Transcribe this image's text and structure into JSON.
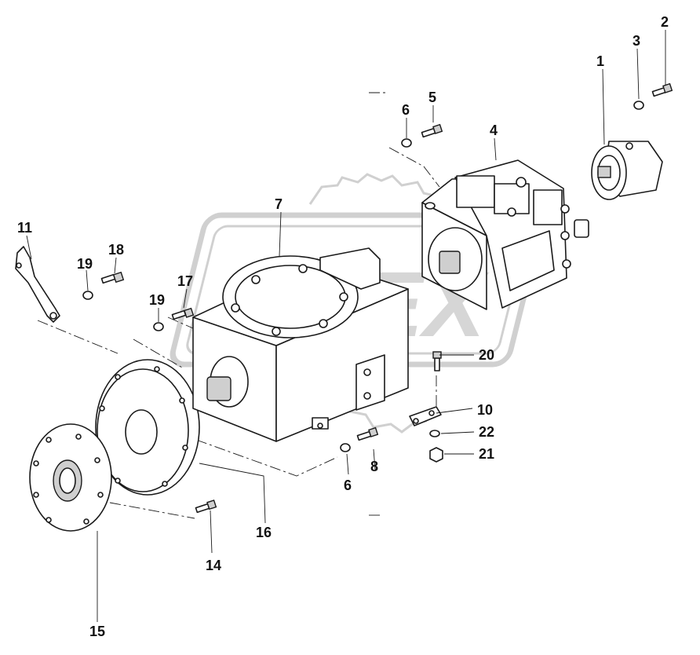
{
  "diagram": {
    "watermark": "OPEX",
    "callouts": [
      {
        "id": "c1",
        "label": "1"
      },
      {
        "id": "c2",
        "label": "2"
      },
      {
        "id": "c3",
        "label": "3"
      },
      {
        "id": "c4",
        "label": "4"
      },
      {
        "id": "c5",
        "label": "5"
      },
      {
        "id": "c6a",
        "label": "6"
      },
      {
        "id": "c6b",
        "label": "6"
      },
      {
        "id": "c7",
        "label": "7"
      },
      {
        "id": "c8",
        "label": "8"
      },
      {
        "id": "c10",
        "label": "10"
      },
      {
        "id": "c11",
        "label": "11"
      },
      {
        "id": "c14",
        "label": "14"
      },
      {
        "id": "c15",
        "label": "15"
      },
      {
        "id": "c16",
        "label": "16"
      },
      {
        "id": "c17",
        "label": "17"
      },
      {
        "id": "c18",
        "label": "18"
      },
      {
        "id": "c19a",
        "label": "19"
      },
      {
        "id": "c19b",
        "label": "19"
      },
      {
        "id": "c20",
        "label": "20"
      },
      {
        "id": "c21",
        "label": "21"
      },
      {
        "id": "c22",
        "label": "22"
      }
    ]
  }
}
